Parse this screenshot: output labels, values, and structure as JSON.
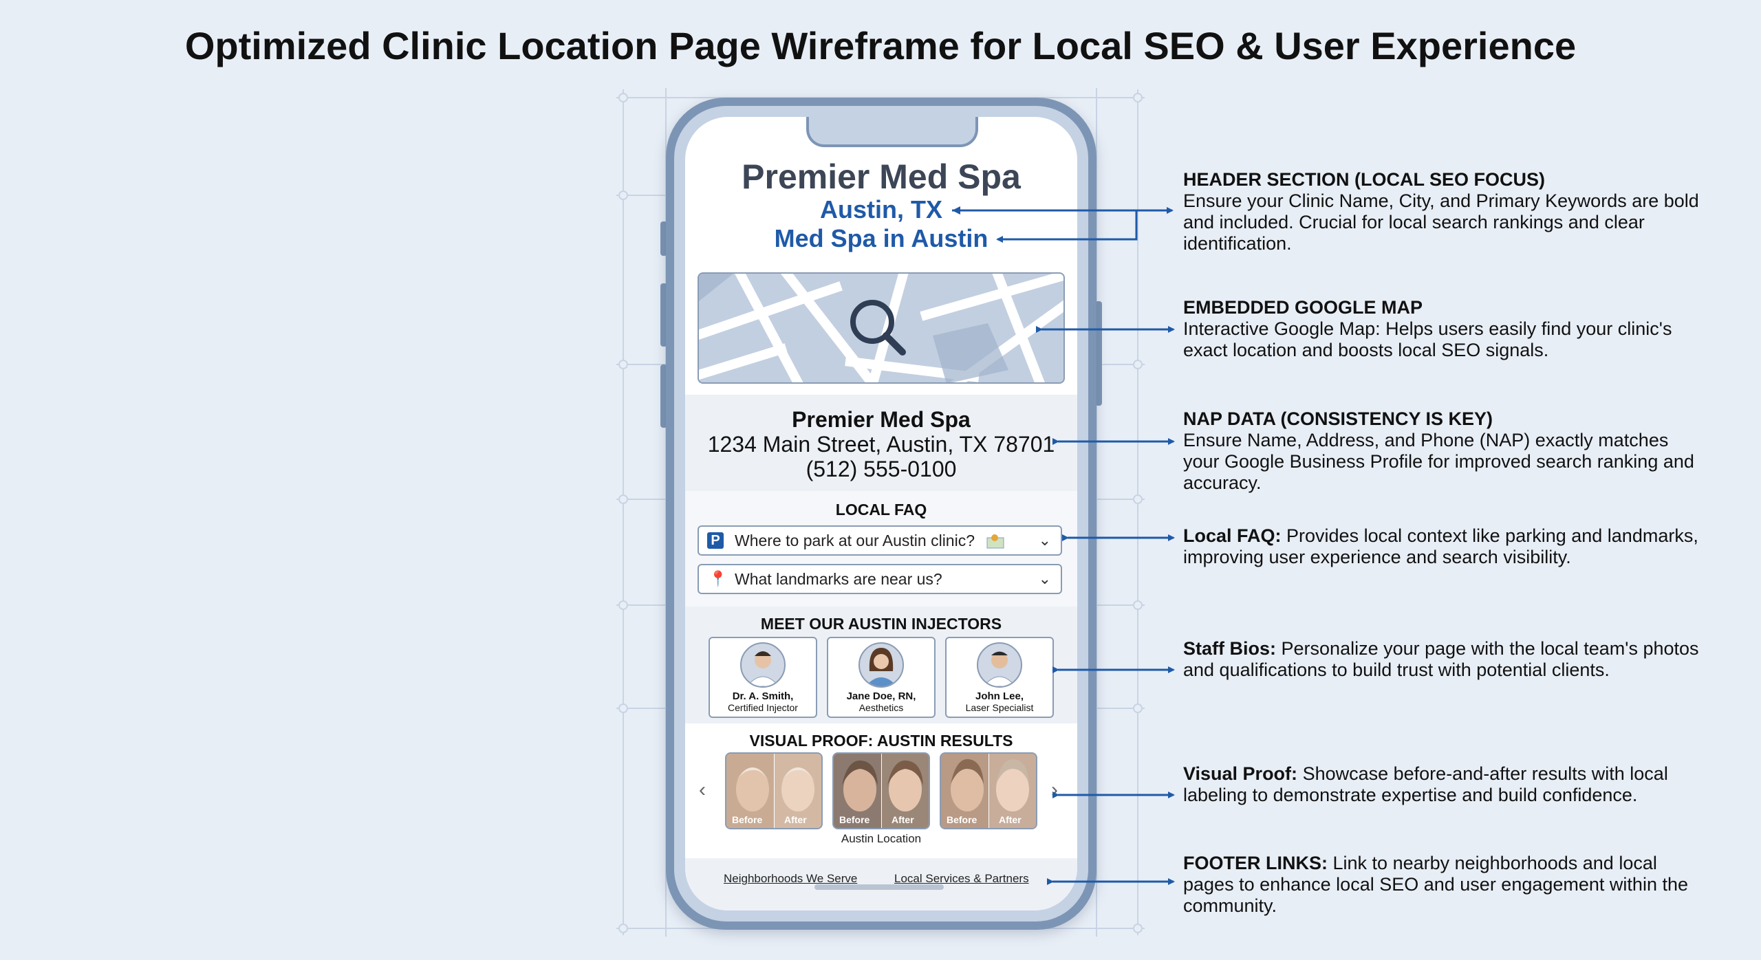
{
  "title": "Optimized Clinic Location Page Wireframe for Local SEO & User Experience",
  "phone": {
    "header": {
      "clinic_name": "Premier Med Spa",
      "city": "Austin, TX",
      "keyword": "Med Spa in Austin"
    },
    "map": {
      "icon": "search-icon"
    },
    "nap": {
      "name": "Premier Med Spa",
      "address": "1234 Main Street, Austin, TX 78701",
      "phone": "(512) 555-0100"
    },
    "faq": {
      "title": "LOCAL FAQ",
      "items": [
        {
          "icon": "parking-icon",
          "icon_glyph": "P",
          "question": "Where to park at our Austin clinic?"
        },
        {
          "icon": "location-pin-icon",
          "icon_glyph": "📍",
          "question": "What landmarks are near us?"
        }
      ]
    },
    "staff": {
      "title": "MEET OUR AUSTIN INJECTORS",
      "members": [
        {
          "name": "Dr. A. Smith,",
          "role": "Certified Injector"
        },
        {
          "name": "Jane Doe, RN,",
          "role": "Aesthetics"
        },
        {
          "name": "John Lee,",
          "role": "Laser Specialist"
        }
      ]
    },
    "proof": {
      "title": "VISUAL PROOF: AUSTIN RESULTS",
      "before_label": "Before",
      "after_label": "After",
      "caption": "Austin Location"
    },
    "footer": {
      "links": [
        "Neighborhoods We Serve",
        "Local Services & Partners"
      ]
    }
  },
  "annotations": {
    "header": {
      "heading": "HEADER SECTION (LOCAL SEO FOCUS)",
      "body": "Ensure your Clinic Name, City, and Primary Keywords are bold and included. Crucial for local search rankings and clear identification."
    },
    "map": {
      "heading": "EMBEDDED GOOGLE MAP",
      "body": "Interactive Google Map: Helps users easily find your clinic's exact location and boosts local SEO signals."
    },
    "nap": {
      "heading": "NAP DATA (CONSISTENCY IS KEY)",
      "body": "Ensure Name, Address, and Phone (NAP) exactly matches your Google Business Profile for improved search ranking and accuracy."
    },
    "faq": {
      "lead": "Local FAQ:",
      "body": "Provides local context like parking and landmarks, improving user experience and search visibility."
    },
    "staff": {
      "lead": "Staff Bios:",
      "body": "Personalize your page with the local team's photos and qualifications to build trust with potential clients."
    },
    "proof": {
      "lead": "Visual Proof:",
      "body": "Showcase before-and-after results with local labeling to demonstrate expertise and build confidence."
    },
    "footer": {
      "lead": "FOOTER LINKS:",
      "body": "Link to nearby neighborhoods and local pages to enhance local SEO and user engagement within the community."
    }
  },
  "colors": {
    "accent_blue": "#1f5aa8",
    "phone_frame": "#7d95b5",
    "background": "#e8eef6"
  }
}
